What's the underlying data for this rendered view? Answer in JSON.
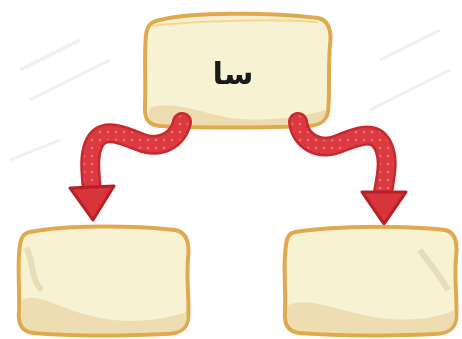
{
  "top_box": {
    "text": "سا"
  },
  "colors": {
    "box_fill": "#f7f2d2",
    "box_border": "#e0b25a",
    "box_shadow": "#e2c99a",
    "arrow": "#d8353a",
    "arrow_pattern": "#e86a6c"
  },
  "arrows": [
    {
      "from": "top_box",
      "to": "left_box"
    },
    {
      "from": "top_box",
      "to": "right_box"
    }
  ],
  "bottom_boxes": [
    {
      "text": ""
    },
    {
      "text": ""
    }
  ]
}
